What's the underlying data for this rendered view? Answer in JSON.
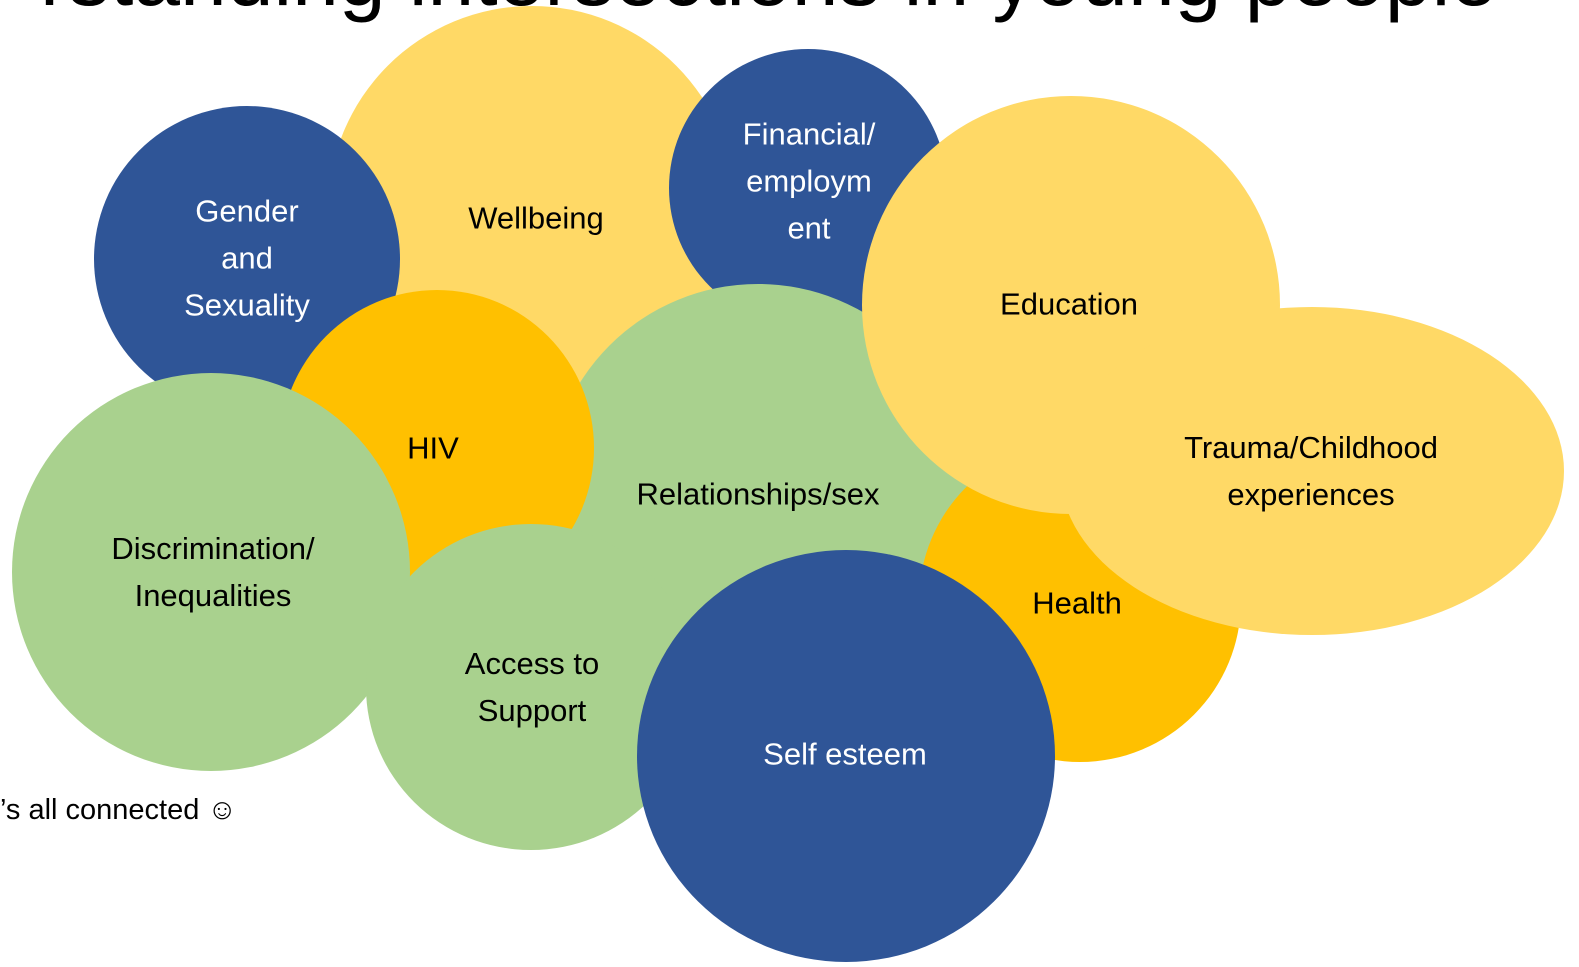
{
  "slide": {
    "title": "rstanding intersections in young people",
    "footnote": "’s all connected ☺"
  },
  "colors": {
    "blue": "#2F5597",
    "pale_yellow": "#FFD966",
    "gold": "#FFC000",
    "green": "#A9D18E"
  },
  "bubbles": {
    "gender_sexuality": "Gender\nand\nSexuality",
    "wellbeing": "Wellbeing",
    "financial_employment": "Financial/\nemploym\nent",
    "education": "Education",
    "trauma_childhood": "Trauma/Childhood\nexperiences",
    "hiv": "HIV",
    "relationships_sex": "Relationships/sex",
    "discrimination_inequalities": "Discrimination/\nInequalities",
    "health": "Health",
    "access_to_support": "Access to\nSupport",
    "self_esteem": "Self esteem"
  }
}
